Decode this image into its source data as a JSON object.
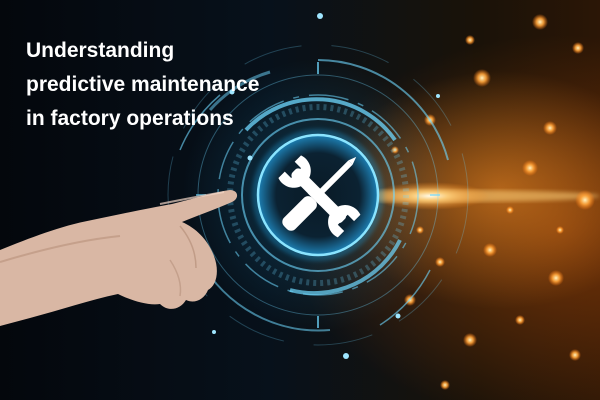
{
  "headline": {
    "line1": "Understanding",
    "line2": "predictive maintenance",
    "line3": "in factory operations"
  },
  "colors": {
    "hud_cyan": "#6fd8ff",
    "glow_orange": "#ff9a2e",
    "background": "#05080d",
    "text": "#ffffff"
  },
  "icons": [
    "wrench-icon",
    "screwdriver-icon"
  ]
}
